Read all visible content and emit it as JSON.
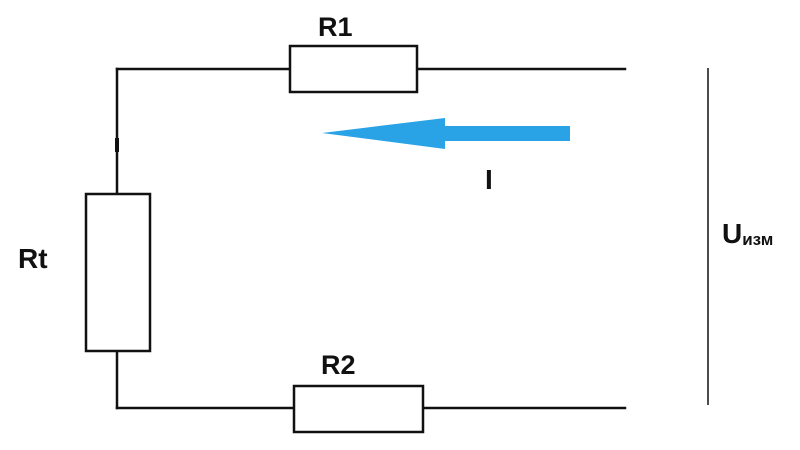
{
  "labels": {
    "r1": "R1",
    "r2": "R2",
    "rt": "Rt",
    "current": "I",
    "voltage_main": "U",
    "voltage_sub": "изм"
  },
  "colors": {
    "wire": "#111111",
    "current_arrow": "#29a3e6",
    "background": "#ffffff"
  }
}
